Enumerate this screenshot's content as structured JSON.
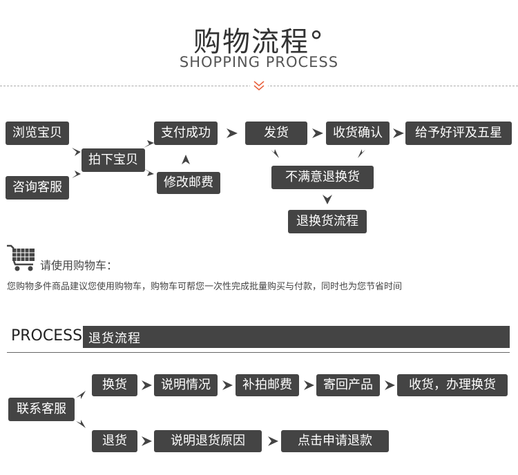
{
  "header": {
    "title_cn": "购物流程°",
    "title_en": "SHOPPING PROCESS"
  },
  "flow": {
    "browse": "浏览宝贝",
    "consult": "咨询客服",
    "order": "拍下宝贝",
    "pay_success": "支付成功",
    "modify_postage": "修改邮费",
    "ship": "发货",
    "confirm_receipt": "收货确认",
    "five_star": "给予好评及五星",
    "unsatisfied": "不满意退换货",
    "return_exchange_flow": "退换货流程"
  },
  "cart_note": {
    "title": "请使用购物车：",
    "desc": "您购物多件商品建议您使用购物车，购物车可帮您一次性完成批量购买与付款，同时也为您节省时间"
  },
  "return_section": {
    "label": "PROCESS",
    "bar_title": "退货流程",
    "contact": "联系客服",
    "exchange_row": [
      "换货",
      "说明情况",
      "补拍邮费",
      "寄回产品",
      "收货，办理换货"
    ],
    "return_row": [
      "退货",
      "说明退货原因",
      "点击申请退款"
    ]
  },
  "colors": {
    "box": "#444444",
    "text_on_box": "#ffffff",
    "accent_chevron": "#e8603c"
  }
}
